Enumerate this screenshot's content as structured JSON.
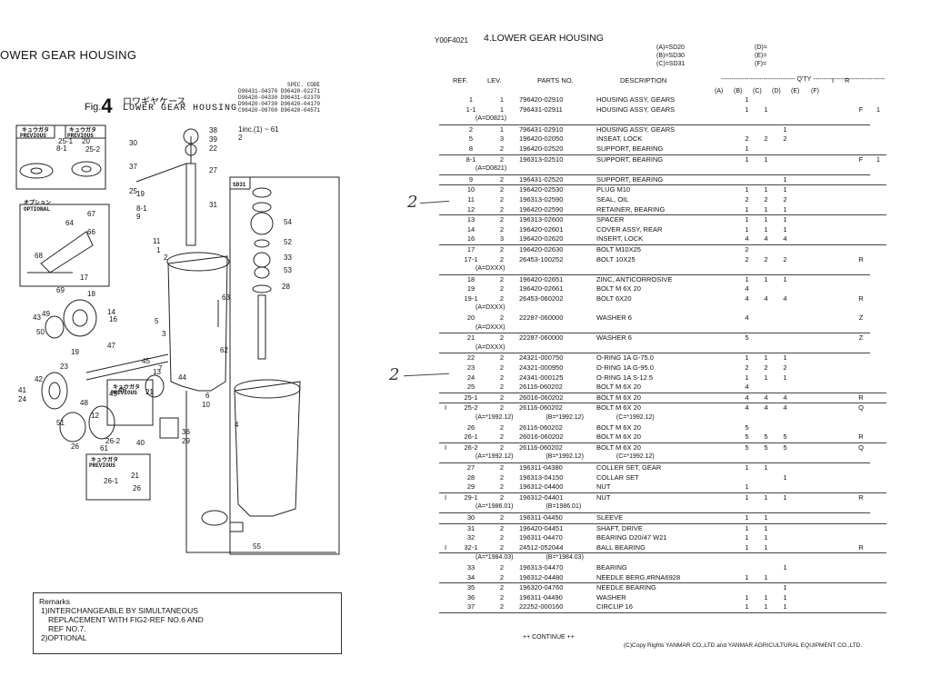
{
  "left": {
    "title": "OWER GEAR HOUSING",
    "spec_lines": [
      "SPEC. CODE",
      "D96431-04370 D96420-02271",
      "D96420-04330 D96431-02370",
      "D96420-04730 D96420-04170",
      "C96420-09700 D96420-04571"
    ],
    "fig_prefix": "Fig.",
    "fig_number": "4",
    "fig_title_jp": "ロワギヤケース",
    "fig_title_en": "LOWER GEAR HOUSING",
    "inc_note_1": "1",
    "inc_note_2": "2",
    "inc_note": "inc.(1) ~ 61",
    "callouts": {
      "previous_jp": "キュウガタ",
      "previous_en": "PREVIOUS",
      "optional_jp": "オプション",
      "optional_en": "OPTIONAL",
      "sd31": "SD31"
    },
    "labels": [
      "38",
      "39",
      "22",
      "27",
      "31",
      "30",
      "37",
      "25",
      "25-1",
      "20",
      "8-1",
      "25-2",
      "19",
      "8-1",
      "9",
      "64",
      "67",
      "66",
      "68",
      "17",
      "18",
      "69",
      "16",
      "14",
      "45",
      "43",
      "49",
      "50",
      "19",
      "47",
      "23",
      "41",
      "24",
      "42",
      "21",
      "45",
      "46",
      "44",
      "7",
      "48",
      "12",
      "51",
      "26",
      "40",
      "61",
      "26-2",
      "26-1",
      "21",
      "26",
      "11",
      "1",
      "2",
      "63",
      "62",
      "5",
      "3",
      "13",
      "10",
      "6",
      "36",
      "29",
      "4",
      "55",
      "28",
      "54",
      "52",
      "33",
      "53"
    ],
    "remarks_title": "Remarks",
    "remarks_lines": [
      "1)INTERCHANGEABLE BY SIMULTANEOUS",
      "REPLACEMENT WITH FIG2-REF NO.6 AND",
      "REF NO.7.",
      "2)OPTIONAL"
    ]
  },
  "right": {
    "doc_code": "Y00F4021",
    "title": "4.LOWER GEAR HOUSING",
    "models": [
      "(A)=SD20",
      "(B)=SD30",
      "(C)=SD31",
      "(D)=",
      "(E)=",
      "(F)="
    ],
    "headers": {
      "ref": "REF.",
      "lev": "LEV.",
      "parts_no": "PARTS NO.",
      "description": "DESCRIPTION",
      "qty": "Q'TY",
      "i": "I",
      "r": "R"
    },
    "qty_cols": [
      "(A)",
      "(B)",
      "(C)",
      "(D)",
      "(E)",
      "(F)"
    ],
    "rows": [
      {
        "mk": "",
        "ref": "1",
        "lev": "1",
        "pn": "796420-02910",
        "desc": "HOUSING ASSY, GEARS",
        "q": [
          "1",
          "",
          "",
          "",
          "",
          ""
        ],
        "i": "",
        "r": "",
        "sep": false
      },
      {
        "mk": "",
        "ref": "1-1",
        "lev": "1",
        "pn": "796431-02911",
        "desc": "HOUSING ASSY, GEARS",
        "q": [
          "1",
          "1",
          "",
          "",
          "",
          ""
        ],
        "i": "F",
        "r": "1",
        "sep": false
      },
      {
        "note": "(A=D0821)",
        "sep": true
      },
      {
        "mk": "",
        "ref": "2",
        "lev": "1",
        "pn": "796431-02910",
        "desc": "HOUSING ASSY, GEARS",
        "q": [
          "",
          "",
          "1",
          "",
          "",
          ""
        ],
        "i": "",
        "r": "",
        "sep": false
      },
      {
        "mk": "",
        "ref": "5",
        "lev": "3",
        "pn": "196420-02050",
        "desc": "INSEAT, LOCK",
        "q": [
          "2",
          "2",
          "2",
          "",
          "",
          ""
        ],
        "i": "",
        "r": "",
        "sep": false
      },
      {
        "mk": "",
        "ref": "8",
        "lev": "2",
        "pn": "196420-02520",
        "desc": "SUPPORT, BEARING",
        "q": [
          "1",
          "",
          "",
          "",
          "",
          ""
        ],
        "i": "",
        "r": "",
        "sep": true
      },
      {
        "mk": "",
        "ref": "8-1",
        "lev": "2",
        "pn": "196313-02510",
        "desc": "SUPPORT, BEARING",
        "q": [
          "1",
          "1",
          "",
          "",
          "",
          ""
        ],
        "i": "F",
        "r": "1",
        "sep": false
      },
      {
        "note": "(A=D0821)",
        "sep": true
      },
      {
        "mk": "",
        "ref": "9",
        "lev": "2",
        "pn": "196431-02520",
        "desc": "SUPPORT, BEARING",
        "q": [
          "",
          "",
          "1",
          "",
          "",
          ""
        ],
        "i": "",
        "r": "",
        "sep": true
      },
      {
        "mk": "",
        "ref": "10",
        "lev": "2",
        "pn": "196420-02530",
        "desc": "PLUG M10",
        "q": [
          "1",
          "1",
          "1",
          "",
          "",
          ""
        ],
        "i": "",
        "r": "",
        "sep": false
      },
      {
        "mk": "",
        "ref": "11",
        "lev": "2",
        "pn": "196313-02590",
        "desc": "SEAL, OIL",
        "q": [
          "2",
          "2",
          "2",
          "",
          "",
          ""
        ],
        "i": "",
        "r": "",
        "sep": false
      },
      {
        "mk": "",
        "ref": "12",
        "lev": "2",
        "pn": "196420-02590",
        "desc": "RETAINER, BEARING",
        "q": [
          "1",
          "1",
          "1",
          "",
          "",
          ""
        ],
        "i": "",
        "r": "",
        "sep": true
      },
      {
        "mk": "",
        "ref": "13",
        "lev": "2",
        "pn": "196313-02600",
        "desc": "SPACER",
        "q": [
          "1",
          "1",
          "1",
          "",
          "",
          ""
        ],
        "i": "",
        "r": "",
        "sep": false
      },
      {
        "mk": "",
        "ref": "14",
        "lev": "2",
        "pn": "196420-02601",
        "desc": "COVER ASSY, REAR",
        "q": [
          "1",
          "1",
          "1",
          "",
          "",
          ""
        ],
        "i": "",
        "r": "",
        "sep": false
      },
      {
        "mk": "",
        "ref": "16",
        "lev": "3",
        "pn": "196420-02620",
        "desc": "INSERT, LOCK",
        "q": [
          "4",
          "4",
          "4",
          "",
          "",
          ""
        ],
        "i": "",
        "r": "",
        "sep": true
      },
      {
        "mk": "",
        "ref": "17",
        "lev": "2",
        "pn": "196420-02630",
        "desc": "BOLT M10X25",
        "q": [
          "2",
          "",
          "",
          "",
          "",
          ""
        ],
        "i": "",
        "r": "",
        "sep": false
      },
      {
        "mk": "",
        "ref": "17-1",
        "lev": "2",
        "pn": "26453-100252",
        "desc": "BOLT 10X25",
        "q": [
          "2",
          "2",
          "2",
          "",
          "",
          ""
        ],
        "i": "R",
        "r": "",
        "sep": false
      },
      {
        "note": "(A=DXXX)",
        "sep": true
      },
      {
        "mk": "",
        "ref": "18",
        "lev": "2",
        "pn": "196420-02651",
        "desc": "ZINC, ANTICORROSIVE",
        "q": [
          "1",
          "1",
          "1",
          "",
          "",
          ""
        ],
        "i": "",
        "r": "",
        "sep": false
      },
      {
        "mk": "",
        "ref": "19",
        "lev": "2",
        "pn": "196420-02661",
        "desc": "BOLT M 6X 20",
        "q": [
          "4",
          "",
          "",
          "",
          "",
          ""
        ],
        "i": "",
        "r": "",
        "sep": false
      },
      {
        "mk": "",
        "ref": "19-1",
        "lev": "2",
        "pn": "26453-060202",
        "desc": "BOLT  6X20",
        "q": [
          "4",
          "4",
          "4",
          "",
          "",
          ""
        ],
        "i": "R",
        "r": "",
        "sep": false
      },
      {
        "note": "(A=DXXX)",
        "sep": false
      },
      {
        "mk": "",
        "ref": "20",
        "lev": "2",
        "pn": "22287-060000",
        "desc": "WASHER  6",
        "q": [
          "4",
          "",
          "",
          "",
          "",
          ""
        ],
        "i": "Z",
        "r": "",
        "sep": false
      },
      {
        "note": "(A=DXXX)",
        "sep": true
      },
      {
        "mk": "",
        "ref": "21",
        "lev": "2",
        "pn": "22287-060000",
        "desc": "WASHER  6",
        "q": [
          "5",
          "",
          "",
          "",
          "",
          ""
        ],
        "i": "Z",
        "r": "",
        "sep": false
      },
      {
        "note": "(A=DXXX)",
        "sep": true
      },
      {
        "mk": "",
        "ref": "22",
        "lev": "2",
        "pn": "24321-000750",
        "desc": "O-RING 1A G-75.0",
        "q": [
          "1",
          "1",
          "1",
          "",
          "",
          ""
        ],
        "i": "",
        "r": "",
        "sep": false
      },
      {
        "mk": "",
        "ref": "23",
        "lev": "2",
        "pn": "24321-000950",
        "desc": "O-RING 1A G-95.0",
        "q": [
          "2",
          "2",
          "2",
          "",
          "",
          ""
        ],
        "i": "",
        "r": "",
        "sep": false
      },
      {
        "mk": "",
        "ref": "24",
        "lev": "2",
        "pn": "24341-000125",
        "desc": "O-RING 1A S-12.5",
        "q": [
          "1",
          "1",
          "1",
          "",
          "",
          ""
        ],
        "i": "",
        "r": "",
        "sep": false
      },
      {
        "mk": "",
        "ref": "25",
        "lev": "2",
        "pn": "26116-060202",
        "desc": "BOLT M 6X 20",
        "q": [
          "4",
          "",
          "",
          "",
          "",
          ""
        ],
        "i": "",
        "r": "",
        "sep": true
      },
      {
        "mk": "",
        "ref": "25-1",
        "lev": "2",
        "pn": "26016-060202",
        "desc": "BOLT M 6X 20",
        "q": [
          "4",
          "4",
          "4",
          "",
          "",
          ""
        ],
        "i": "R",
        "r": "",
        "sep": true
      },
      {
        "mk": "I",
        "ref": "25-2",
        "lev": "2",
        "pn": "26116-060202",
        "desc": "BOLT M 6X 20",
        "q": [
          "4",
          "4",
          "4",
          "",
          "",
          ""
        ],
        "i": "Q",
        "r": "",
        "sep": false
      },
      {
        "note3": [
          "(A=*1992.12)",
          "(B=*1992.12)",
          "(C=*1992.12)"
        ],
        "sep": false
      },
      {
        "mk": "",
        "ref": "26",
        "lev": "2",
        "pn": "26116-060202",
        "desc": "BOLT M 6X 20",
        "q": [
          "5",
          "",
          "",
          "",
          "",
          ""
        ],
        "i": "",
        "r": "",
        "sep": false
      },
      {
        "mk": "",
        "ref": "26-1",
        "lev": "2",
        "pn": "26016-060202",
        "desc": "BOLT M 6X 20",
        "q": [
          "5",
          "5",
          "5",
          "",
          "",
          ""
        ],
        "i": "R",
        "r": "",
        "sep": true
      },
      {
        "mk": "I",
        "ref": "26-2",
        "lev": "2",
        "pn": "26116-060202",
        "desc": "BOLT M 6X 20",
        "q": [
          "5",
          "5",
          "5",
          "",
          "",
          ""
        ],
        "i": "Q",
        "r": "",
        "sep": false
      },
      {
        "note3": [
          "(A=*1992.12)",
          "(B=*1992.12)",
          "(C=*1992.12)"
        ],
        "sep": true
      },
      {
        "mk": "",
        "ref": "27",
        "lev": "2",
        "pn": "196311-04380",
        "desc": "COLLER SET, GEAR",
        "q": [
          "1",
          "1",
          "",
          "",
          "",
          ""
        ],
        "i": "",
        "r": "",
        "sep": false
      },
      {
        "mk": "",
        "ref": "28",
        "lev": "2",
        "pn": "196313-04150",
        "desc": "COLLAR SET",
        "q": [
          "",
          "",
          "1",
          "",
          "",
          ""
        ],
        "i": "",
        "r": "",
        "sep": false
      },
      {
        "mk": "",
        "ref": "29",
        "lev": "2",
        "pn": "196312-04400",
        "desc": "NUT",
        "q": [
          "1",
          "",
          "",
          "",
          "",
          ""
        ],
        "i": "",
        "r": "",
        "sep": true
      },
      {
        "mk": "I",
        "ref": "29-1",
        "lev": "2",
        "pn": "196312-04401",
        "desc": "NUT",
        "q": [
          "1",
          "1",
          "1",
          "",
          "",
          ""
        ],
        "i": "R",
        "r": "",
        "sep": false
      },
      {
        "note2": [
          "(A=*1986.01)",
          "(B=1986.01)"
        ],
        "sep": true
      },
      {
        "mk": "",
        "ref": "30",
        "lev": "2",
        "pn": "196311-04450",
        "desc": "SLEEVE",
        "q": [
          "1",
          "1",
          "",
          "",
          "",
          ""
        ],
        "i": "",
        "r": "",
        "sep": true
      },
      {
        "mk": "",
        "ref": "31",
        "lev": "2",
        "pn": "196420-04451",
        "desc": "SHAFT, DRIVE",
        "q": [
          "1",
          "1",
          "",
          "",
          "",
          ""
        ],
        "i": "",
        "r": "",
        "sep": false
      },
      {
        "mk": "",
        "ref": "32",
        "lev": "2",
        "pn": "196311-04470",
        "desc": "BEARING D20/47 W21",
        "q": [
          "1",
          "1",
          "",
          "",
          "",
          ""
        ],
        "i": "",
        "r": "",
        "sep": false
      },
      {
        "mk": "I",
        "ref": "32-1",
        "lev": "2",
        "pn": "24512-052044",
        "desc": "BALL BEARING",
        "q": [
          "1",
          "1",
          "",
          "",
          "",
          ""
        ],
        "i": "R",
        "r": "",
        "sep": true
      },
      {
        "note2": [
          "(A=*1984.03)",
          "(B=*1984.03)"
        ],
        "sep": false
      },
      {
        "mk": "",
        "ref": "33",
        "lev": "2",
        "pn": "196313-04470",
        "desc": "BEARING",
        "q": [
          "",
          "",
          "1",
          "",
          "",
          ""
        ],
        "i": "",
        "r": "",
        "sep": false
      },
      {
        "mk": "",
        "ref": "34",
        "lev": "2",
        "pn": "196312-04480",
        "desc": "NEEDLE BERG.#RNA6928",
        "q": [
          "1",
          "1",
          "",
          "",
          "",
          ""
        ],
        "i": "",
        "r": "",
        "sep": true
      },
      {
        "mk": "",
        "ref": "35",
        "lev": "2",
        "pn": "196320-04760",
        "desc": "NEEDLE BEARING",
        "q": [
          "",
          "",
          "1",
          "",
          "",
          ""
        ],
        "i": "",
        "r": "",
        "sep": false
      },
      {
        "mk": "",
        "ref": "36",
        "lev": "2",
        "pn": "196311-04490",
        "desc": "WASHER",
        "q": [
          "1",
          "1",
          "1",
          "",
          "",
          ""
        ],
        "i": "",
        "r": "",
        "sep": false
      },
      {
        "mk": "",
        "ref": "37",
        "lev": "2",
        "pn": "22252-000160",
        "desc": "CIRCLIP  16",
        "q": [
          "1",
          "1",
          "1",
          "",
          "",
          ""
        ],
        "i": "",
        "r": "",
        "sep": true
      }
    ],
    "continue": "++ CONTINUE ++",
    "copyright": "(C)Copy Rights  YANMAR CO.,LTD and YANMAR AGRICULTURAL EQUIPMENT CO.,LTD.",
    "handwritten": [
      "2",
      "2"
    ]
  }
}
